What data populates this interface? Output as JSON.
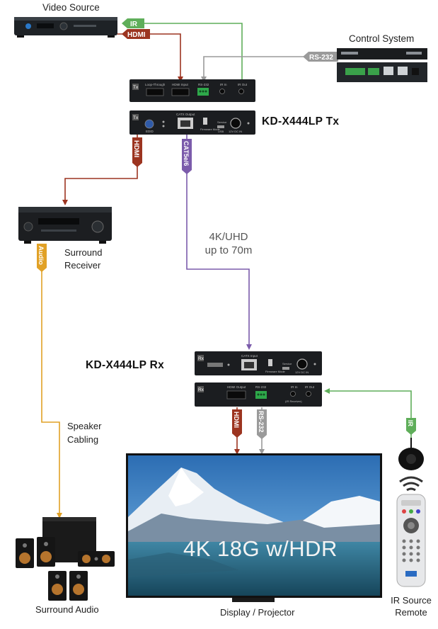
{
  "devices": {
    "video_source": "Video Source",
    "control_system": "Control System",
    "tx_model": "KD-X444LP Tx",
    "rx_model": "KD-X444LP Rx",
    "receiver_line1": "Surround",
    "receiver_line2": "Receiver",
    "speaker_line1": "Speaker",
    "speaker_line2": "Cabling",
    "surround_audio": "Surround Audio",
    "display": "Display / Projector",
    "remote_line1": "IR Source",
    "remote_line2": "Remote",
    "distance_line1": "4K/UHD",
    "distance_line2": "up to 70m",
    "screen_text": "4K 18G w/HDR"
  },
  "cables": {
    "ir": "IR",
    "hdmi": "HDMI",
    "rs232": "RS-232",
    "cat": "CAT5e/6",
    "audio": "Audio"
  },
  "panel_labels": {
    "tx": "Tx",
    "rx": "Rx",
    "loop_through": "Loop-Through",
    "hdmi_input": "HDMI Input",
    "rs232_port": "RS-232",
    "ir_in": "IR In",
    "ir_out": "IR Out",
    "catx_output": "CATX Output",
    "catx_input": "CATX Input",
    "hdmi_output": "HDMI Output",
    "firmware": "Firmware Mode",
    "service": "Service",
    "usb": "USB",
    "power": "12V DC IN",
    "edid": "EDID",
    "ir_receiver": "(IR Receiver)"
  },
  "colors": {
    "hdmi": "#9c3420",
    "ir": "#5fae5a",
    "rs232": "#9a9a9a",
    "cat": "#7b5bab",
    "audio": "#e1a126"
  }
}
